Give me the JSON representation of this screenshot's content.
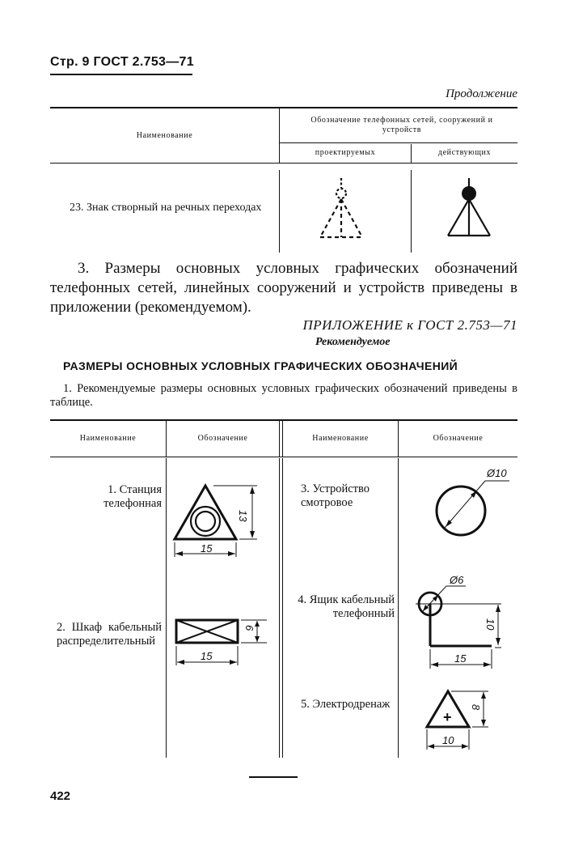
{
  "page_header": {
    "text": "Стр. 9 ГОСТ 2.753—71"
  },
  "continuation_label": "Продолжение",
  "table1": {
    "col_name": "Наименование",
    "col_symbol_group": "Обозначение телефонных сетей, сооружений и устройств",
    "col_planned": "проектируемых",
    "col_existing": "действующих",
    "rows": [
      {
        "name": "23. Знак створный на речных переходах"
      }
    ]
  },
  "paragraph3": "3. Размеры основных условных графических обозначений телефонных сетей, линейных сооружений и устройств приведены в приложении (рекомендуемом).",
  "appendix": {
    "title": "ПРИЛОЖЕНИЕ к ГОСТ 2.753—71",
    "subtitle": "Рекомендуемое"
  },
  "section_title": "РАЗМЕРЫ ОСНОВНЫХ УСЛОВНЫХ ГРАФИЧЕСКИХ ОБОЗНАЧЕНИЙ",
  "intro_text": "1. Рекомендуемые размеры основных условных графических обозначений приведены в таблице.",
  "table2": {
    "headers": [
      "Наименование",
      "Обозначение",
      "Наименование",
      "Обозначение"
    ],
    "left_items": [
      {
        "name": "1. Станция телефонная",
        "dims": [
          "13",
          "15"
        ]
      },
      {
        "name": "2. Шкаф кабельный распределительный",
        "dims": [
          "6",
          "15"
        ]
      }
    ],
    "right_items": [
      {
        "name": "3. Устройство смотровое",
        "dims": [
          "Ø10"
        ]
      },
      {
        "name": "4. Ящик кабельный телефонный",
        "dims": [
          "Ø6",
          "10",
          "15"
        ]
      },
      {
        "name": "5. Электродренаж",
        "dims": [
          "8",
          "10"
        ],
        "symbol_char": "+"
      }
    ]
  },
  "page_number": "422"
}
